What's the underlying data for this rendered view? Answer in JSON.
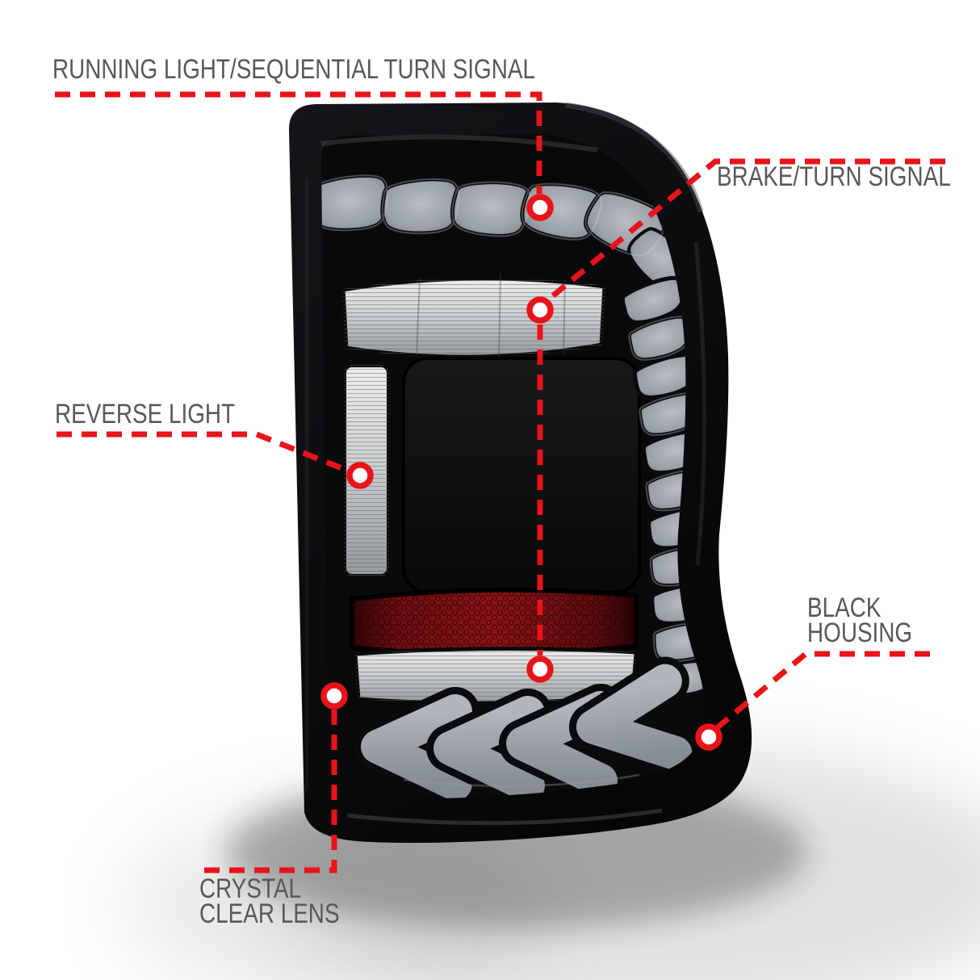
{
  "diagram": {
    "subject": "truck tail light annotated diagram",
    "background": "#ffffff"
  },
  "colors": {
    "callout_red": "#e8131b",
    "label_gray": "#58585a",
    "housing_black": "#0d0e10",
    "lens_black": "#08090b",
    "segment_gray": "#9aa0a6",
    "reflector_red": "#8e1316",
    "clear_lens_gray": "#d9dadb"
  },
  "callouts": {
    "running_light": {
      "text": "RUNNING LIGHT/SEQUENTIAL TURN SIGNAL"
    },
    "brake_turn_signal": {
      "text": "BRAKE/TURN SIGNAL"
    },
    "reverse_light": {
      "text": "REVERSE LIGHT"
    },
    "black_housing": {
      "line1": "BLACK",
      "line2": "HOUSING"
    },
    "crystal_clear_lens": {
      "line1": "CRYSTAL",
      "line2": "CLEAR LENS"
    }
  }
}
